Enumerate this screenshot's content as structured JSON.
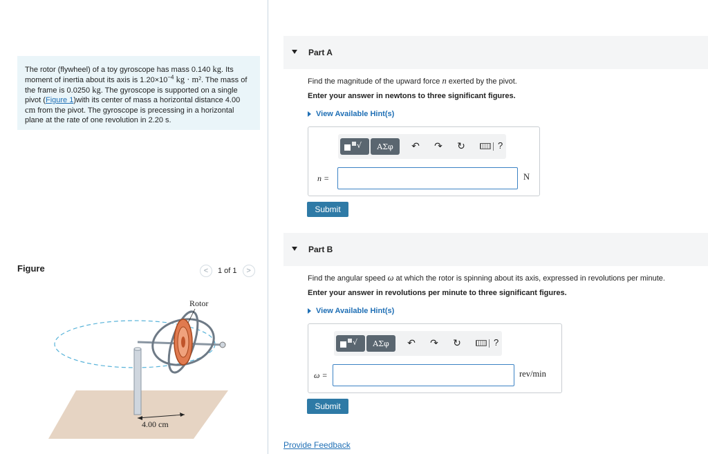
{
  "problem": {
    "text_1": "The rotor (flywheel) of a toy gyroscope has mass 0.140 ",
    "unit_kg": "kg",
    "text_2": ". Its moment of inertia about its axis is 1.20×10",
    "exp_1": "−4",
    "text_3": " ",
    "unit_kgm2": "kg · m²",
    "text_4": ". The mass of the frame is 0.0250 ",
    "unit_kg2": "kg",
    "text_5": ". The gyroscope is supported on a single pivot (",
    "figure_link": "Figure 1",
    "text_6": ")with its center of mass a horizontal distance 4.00 ",
    "unit_cm": "cm",
    "text_7": " from the pivot. The gyroscope is precessing in a horizontal plane at the rate of one revolution in 2.20 s."
  },
  "figure": {
    "title": "Figure",
    "pager_label": "1 of 1",
    "prev_glyph": "<",
    "next_glyph": ">",
    "label_rotor": "Rotor",
    "label_distance": "4.00 cm",
    "colors": {
      "orbit": "#58b3d9",
      "floor": "#e6d4c3",
      "rotor": "#e07a4f",
      "post": "#cfd6de"
    }
  },
  "partA": {
    "title": "Part A",
    "prompt_pre": "Find the magnitude of the upward force ",
    "prompt_var": "n",
    "prompt_post": " exerted by the pivot.",
    "instruction": "Enter your answer in newtons to three significant figures.",
    "hint": "View Available Hint(s)",
    "var_label": "n =",
    "input_value": "",
    "unit": "N",
    "submit": "Submit"
  },
  "partB": {
    "title": "Part B",
    "prompt_pre": "Find the angular speed ",
    "prompt_var": "ω",
    "prompt_post": " at which the rotor is spinning about its axis, expressed in revolutions per minute.",
    "instruction": "Enter your answer in revolutions per minute to three significant figures.",
    "hint": "View Available Hint(s)",
    "var_label": "ω =",
    "input_value": "",
    "unit": "rev/min",
    "submit": "Submit"
  },
  "toolbar": {
    "greek": "ΑΣφ",
    "radical": "√",
    "undo_icon": "↶",
    "redo_icon": "↷",
    "reset_icon": "↻",
    "help": "?"
  },
  "feedback": "Provide Feedback"
}
